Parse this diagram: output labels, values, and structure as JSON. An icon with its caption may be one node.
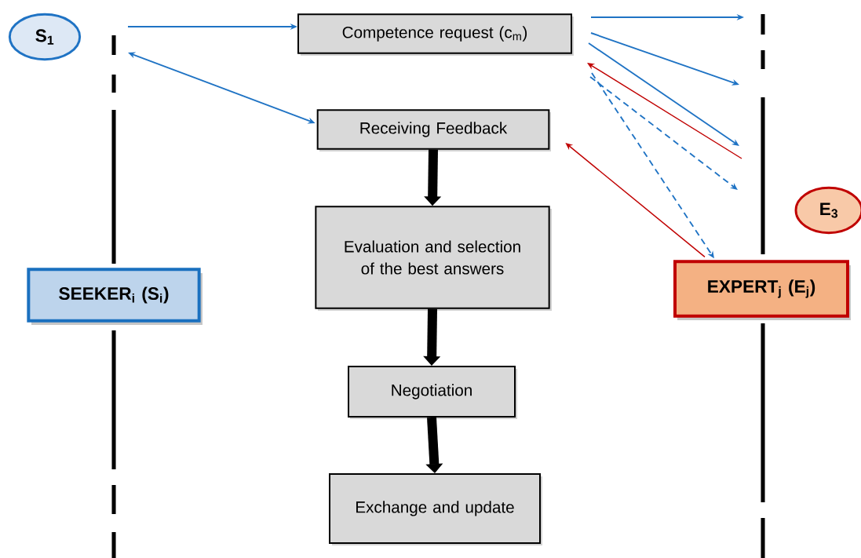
{
  "diagram": {
    "nodes": [
      {
        "text": [
          "S$_{1}$"
        ]
      },
      {
        "text": [
          "SEEKER$_{i}$ (S$_{i}$)"
        ]
      },
      {
        "text": [
          "Competence request (c$_{m}$)"
        ]
      },
      {
        "text": [
          "Receiving Feedback"
        ]
      },
      {
        "text": [
          "Evaluation and selection of the best answers"
        ]
      },
      {
        "text": [
          "Negotiation"
        ]
      },
      {
        "text": [
          "Exchange and update"
        ]
      },
      {
        "text": [
          "E$_{3}$"
        ]
      },
      {
        "text": [
          "EXPERT$_{j}$ (E$_{j}$)"
        ]
      }
    ],
    "edges": [
      {
        "from": null,
        "to": 2,
        "arrow": "to"
      },
      {
        "from": null,
        "to": 3,
        "arrow": "both"
      },
      {
        "from": 2,
        "to": null,
        "arrow": "to"
      },
      {
        "from": 2,
        "to": null,
        "arrow": "to"
      },
      {
        "from": 2,
        "to": null,
        "arrow": "to"
      },
      {
        "from": null,
        "to": 2,
        "arrow": "to",
        "color": "#c00000"
      },
      {
        "from": 2,
        "to": null,
        "arrow": "to",
        "style": "dashed"
      },
      {
        "from": 2,
        "to": 8,
        "arrow": "to",
        "style": "dashed"
      },
      {
        "from": 8,
        "to": 3,
        "arrow": "to",
        "color": "#c00000"
      },
      {
        "from": 3,
        "to": 4,
        "arrow": "to",
        "style": "thick",
        "color": "#000000"
      },
      {
        "from": 4,
        "to": 5,
        "arrow": "to",
        "style": "thick",
        "color": "#000000"
      },
      {
        "from": 5,
        "to": 6,
        "arrow": "to",
        "style": "thick",
        "color": "#000000"
      }
    ]
  }
}
